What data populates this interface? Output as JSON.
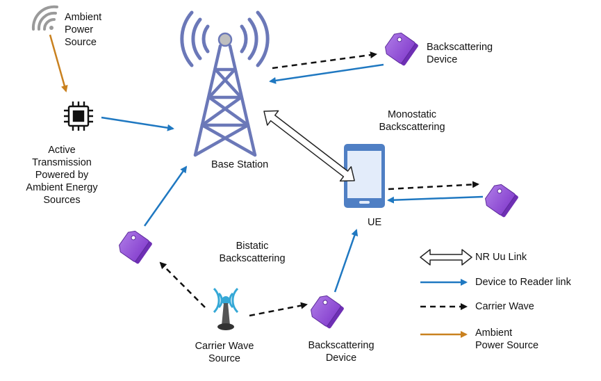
{
  "labels": {
    "ambient_power_source": "Ambient\nPower\nSource",
    "active_transmission": "Active\nTransmission\nPowered by\nAmbient Energy\nSources",
    "base_station": "Base Station",
    "backscattering_device_top": "Backscattering\nDevice",
    "monostatic": "Monostatic\nBackscattering",
    "ue": "UE",
    "bistatic": "Bistatic\nBackscattering",
    "carrier_wave_source": "Carrier Wave\nSource",
    "backscattering_device_bottom": "Backscattering\nDevice"
  },
  "legend": {
    "nr_uu": "NR Uu Link",
    "device_to_reader": "Device to Reader link",
    "carrier_wave": "Carrier Wave",
    "ambient_power": "Ambient\nPower Source"
  },
  "colors": {
    "blue_link": "#1f78c1",
    "carrier": "#111111",
    "ambient": "#c9811f",
    "tower": "#6b78b8",
    "tag": "#8a3fd1",
    "phone": "#4f7fc4"
  },
  "icons": [
    "wifi-icon",
    "chip-icon",
    "base-station-tower-icon",
    "tag-icon",
    "phone-icon",
    "antenna-icon"
  ]
}
